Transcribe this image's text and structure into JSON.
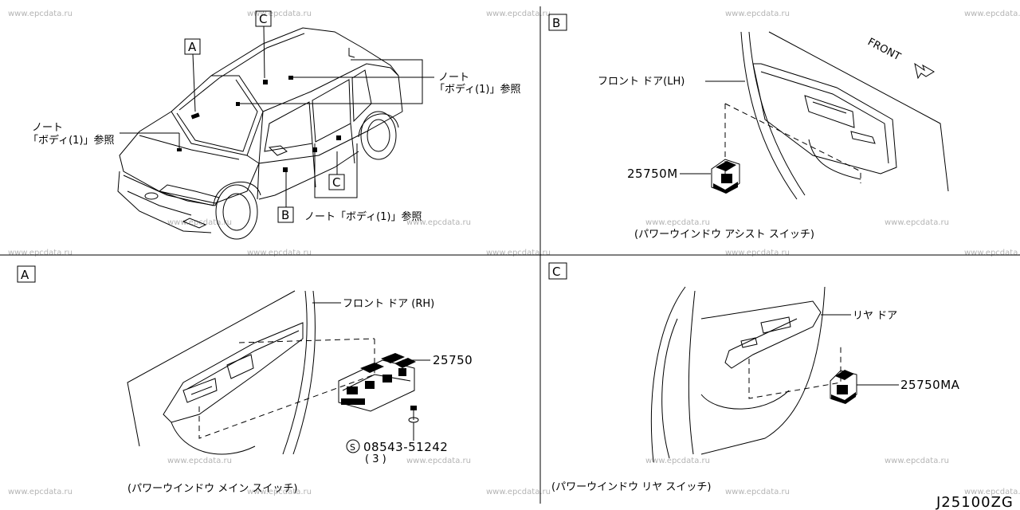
{
  "watermark": "www.epcdata.ru",
  "diagram_code": "J25100ZG",
  "overview": {
    "callout_A": "A",
    "callout_B": "B",
    "callout_C_top": "C",
    "callout_C_door": "C",
    "note_left_1": "ノート",
    "note_left_2": "「ボディ(1)」参照",
    "note_right_1": "ノート",
    "note_right_2": "「ボディ(1)」参照",
    "note_bottom": "ノート「ボディ(1)」参照"
  },
  "panel_A": {
    "tag": "A",
    "door_label": "フロント ドア (RH)",
    "part_number": "25750",
    "screw_number": "08543-51242",
    "screw_qty": "( 3 )",
    "screw_symbol": "S",
    "caption": "(パワーウインドウ メイン スイッチ)"
  },
  "panel_B": {
    "tag": "B",
    "door_label": "フロント ドア(LH)",
    "part_number": "25750M",
    "front_label": "FRONT",
    "caption": "(パワーウインドウ アシスト スイッチ)"
  },
  "panel_C": {
    "tag": "C",
    "door_label": "リヤ ドア",
    "part_number": "25750MA",
    "caption": "(パワーウインドウ リヤ スイッチ)"
  }
}
